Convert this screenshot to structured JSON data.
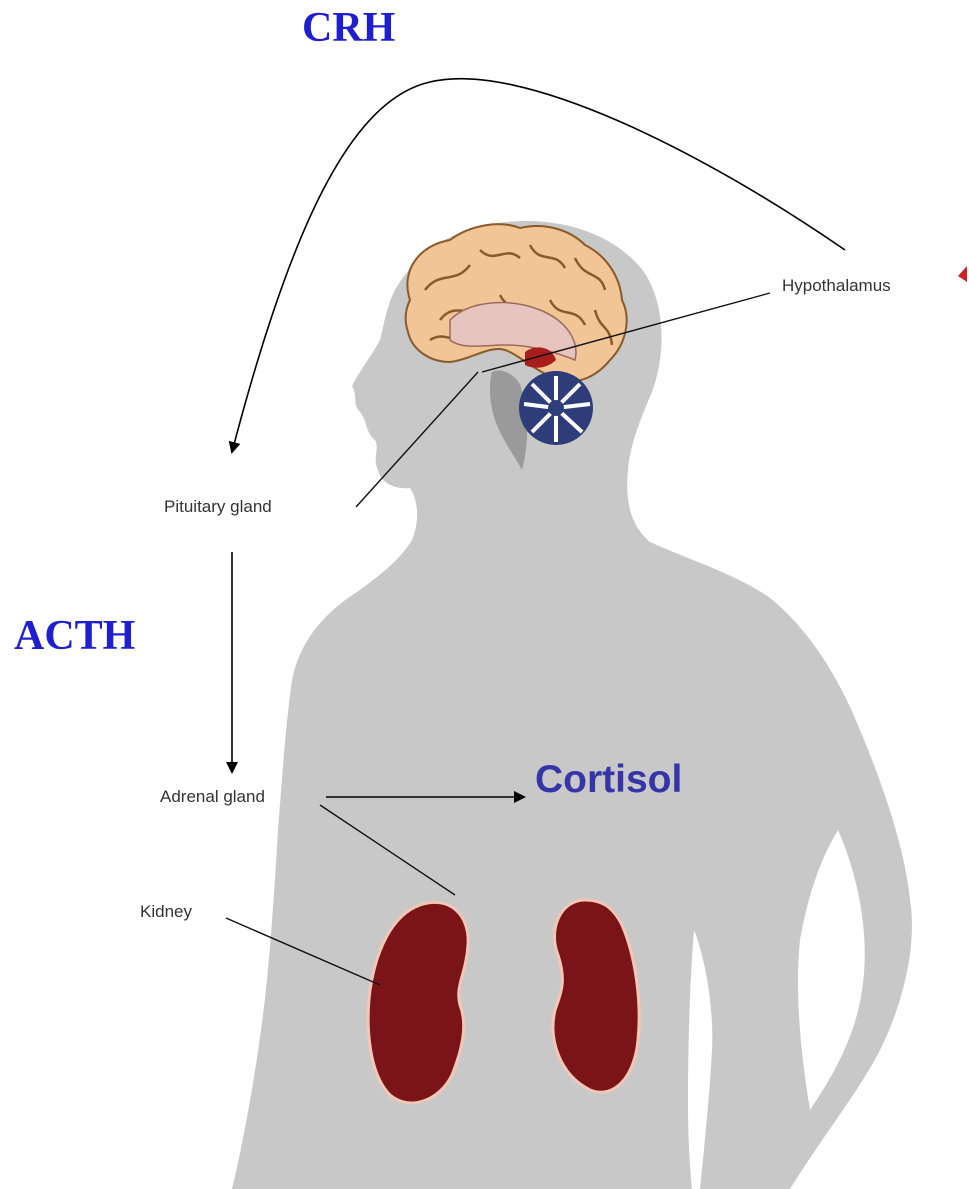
{
  "hormones": {
    "crh": "CRH",
    "acth": "ACTH",
    "cortisol": "Cortisol"
  },
  "labels": {
    "hypothalamus": "Hypothalamus",
    "pituitary": "Pituitary gland",
    "adrenal": "Adrenal gland",
    "kidney": "Kidney"
  },
  "colors": {
    "hormone_text": "#1f1fd0",
    "cortisol_text": "#3535a8",
    "body_silhouette": "#c8c8c8",
    "brain": "#f2c596",
    "kidney": "#7a1418",
    "cerebellum": "#2e3d7a",
    "hypothalamus_marker": "#cc2222"
  }
}
